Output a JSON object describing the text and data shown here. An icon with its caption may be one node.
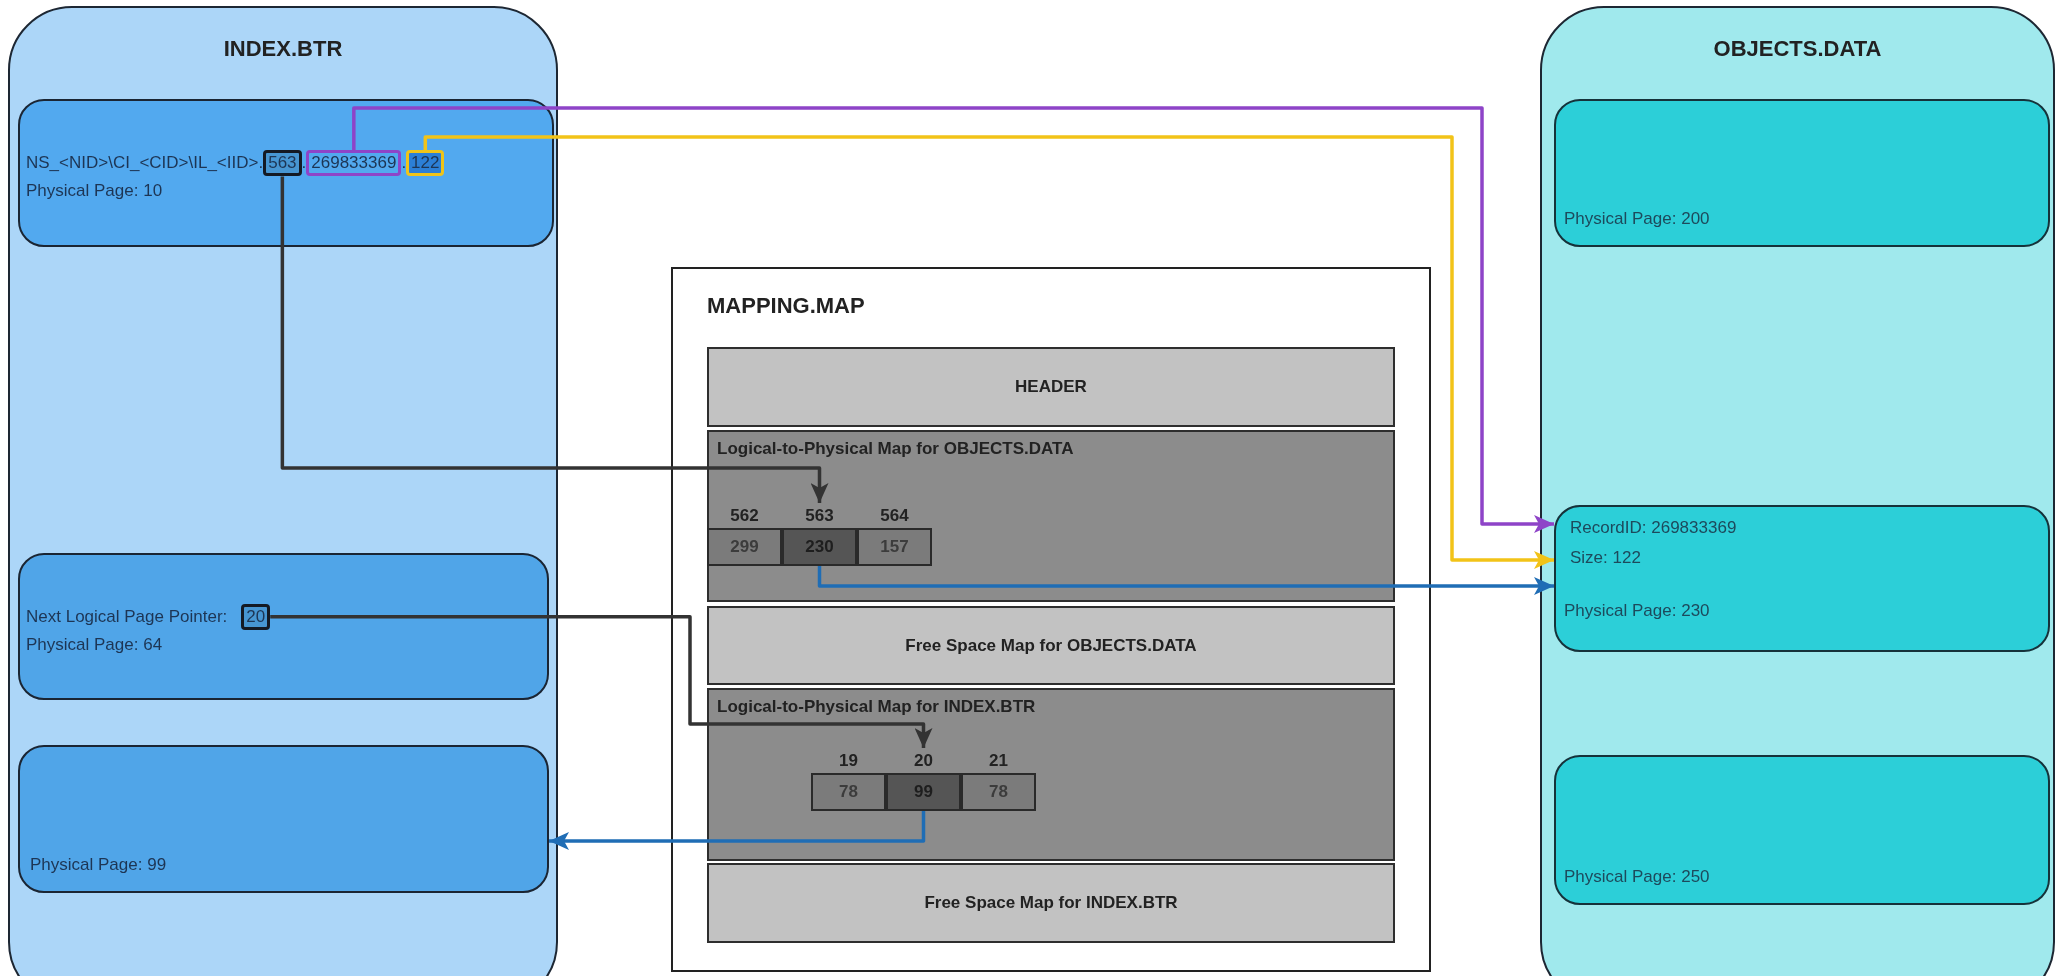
{
  "diagram": {
    "nodes": [
      {
        "text": [
          "INDEX.BTR"
        ]
      },
      {
        "text": [
          "NS_<NID>\\CI_<CID>\\IL_<IID>.",
          ".",
          ".",
          "Physical Page: 10"
        ],
        "in": 0
      },
      {
        "text": [
          "563"
        ],
        "in": 1
      },
      {
        "text": [
          "269833369"
        ],
        "in": 1
      },
      {
        "text": [
          "122"
        ],
        "in": 1
      },
      {
        "text": [
          "Next Logical Page Pointer:",
          "Physical Page: 64"
        ],
        "in": 0
      },
      {
        "text": [
          "20"
        ],
        "in": 5
      },
      {
        "text": [
          "Physical Page: 99"
        ],
        "in": 0
      },
      {
        "text": [
          "MAPPING.MAP"
        ]
      },
      {
        "text": [
          "HEADER"
        ],
        "in": 8
      },
      {
        "text": [
          "Logical-to-Physical Map for OBJECTS.DATA"
        ],
        "in": 8
      },
      {
        "text": [
          "562",
          "299"
        ],
        "in": 10
      },
      {
        "text": [
          "563",
          "230"
        ],
        "in": 10
      },
      {
        "text": [
          "564",
          "157"
        ],
        "in": 10
      },
      {
        "text": [
          "Free Space Map for OBJECTS.DATA"
        ],
        "in": 8
      },
      {
        "text": [
          "Logical-to-Physical Map for INDEX.BTR"
        ],
        "in": 8
      },
      {
        "text": [
          "19",
          "78"
        ],
        "in": 15
      },
      {
        "text": [
          "20",
          "99"
        ],
        "in": 15
      },
      {
        "text": [
          "21",
          "78"
        ],
        "in": 15
      },
      {
        "text": [
          "Free Space Map for INDEX.BTR"
        ],
        "in": 8
      },
      {
        "text": [
          "OBJECTS.DATA"
        ]
      },
      {
        "text": [
          "Physical Page: 200"
        ],
        "in": 20
      },
      {
        "text": [
          "RecordID: 269833369",
          "Size: 122",
          "Physical Page: 230"
        ],
        "in": 20
      },
      {
        "text": [
          "Physical Page: 250"
        ],
        "in": 20
      }
    ],
    "edges": [
      {
        "from": 2,
        "to": 12,
        "arrow": "to",
        "color": "#333333"
      },
      {
        "from": 3,
        "to": 22,
        "arrow": "to",
        "color": "#8e44c8"
      },
      {
        "from": 4,
        "to": 22,
        "arrow": "to",
        "color": "#f2c318"
      },
      {
        "from": 12,
        "to": 22,
        "arrow": "to",
        "color": "#1f6db5"
      },
      {
        "from": 6,
        "to": 17,
        "arrow": "to",
        "color": "#333333"
      },
      {
        "from": 17,
        "to": 7,
        "arrow": "to",
        "color": "#1f6db5"
      }
    ]
  }
}
